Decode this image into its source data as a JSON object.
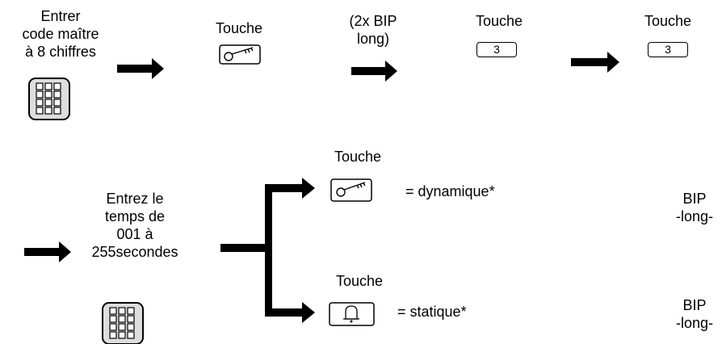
{
  "steps": {
    "enter_master_code": [
      "Entrer",
      "code maître",
      "à 8 chiffres"
    ],
    "touche": "Touche",
    "double_beep": [
      "(2x BIP",
      "long)"
    ],
    "key3_label": "3",
    "enter_time": [
      "Entrez le",
      "temps de",
      "001 à",
      "255secondes"
    ]
  },
  "options": {
    "dynamic": {
      "label": "Touche",
      "result": "= dynamique*",
      "beep": [
        "BIP",
        "-long-"
      ]
    },
    "static": {
      "label": "Touche",
      "result": "= statique*",
      "beep": [
        "BIP",
        "-long-"
      ]
    }
  },
  "icons": [
    "keypad-icon",
    "key-icon",
    "bell-icon"
  ],
  "colors": {
    "ink": "#000000",
    "keypad_fill": "#dddddd"
  }
}
